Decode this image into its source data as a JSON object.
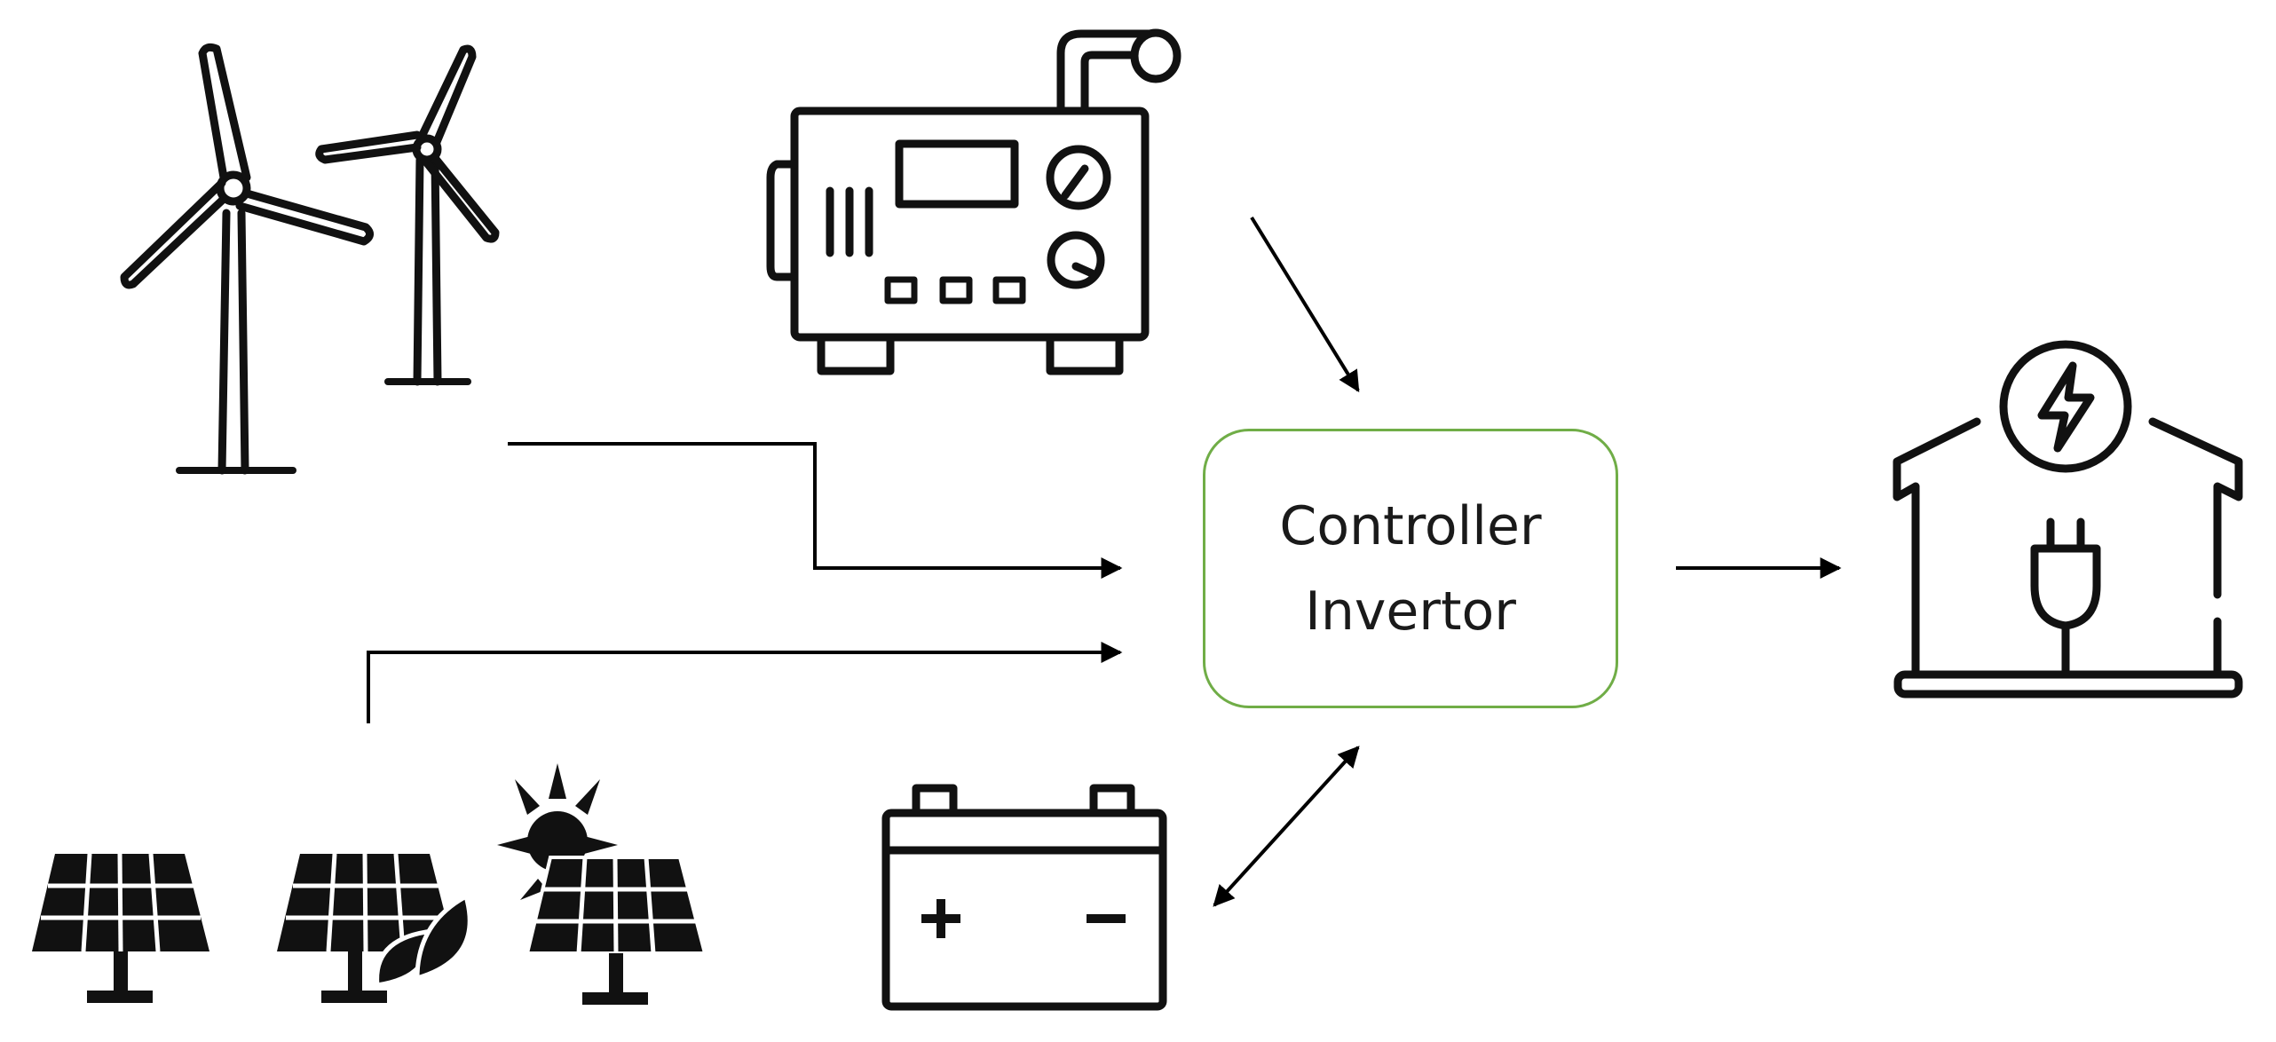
{
  "controller": {
    "line1": "Controller",
    "line2": "Invertor",
    "border_color": "#70ad47"
  },
  "components": {
    "wind": {
      "icon": "wind-turbine-icon"
    },
    "generator": {
      "icon": "generator-icon"
    },
    "solar": {
      "icon": "solar-panel-icon"
    },
    "battery": {
      "icon": "battery-icon"
    },
    "home": {
      "icon": "smart-home-plug-icon"
    }
  },
  "edges": [
    {
      "from": "wind-turbines",
      "to": "controller",
      "direction": "one-way"
    },
    {
      "from": "generator",
      "to": "controller",
      "direction": "one-way"
    },
    {
      "from": "solar-panels",
      "to": "controller",
      "direction": "one-way"
    },
    {
      "from": "battery",
      "to": "controller",
      "direction": "two-way"
    },
    {
      "from": "controller",
      "to": "home",
      "direction": "one-way"
    }
  ]
}
